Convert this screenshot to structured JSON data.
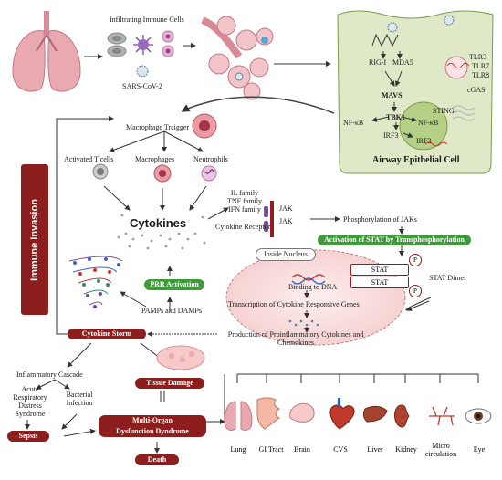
{
  "colors": {
    "dark_red": "#8d1e1e",
    "green": "#3f9a3a",
    "cell_green": "#dfe9c7",
    "lung_pink": "#e9a9b0",
    "nucleus_pink": "#fbe3e3",
    "line": "#444444"
  },
  "top": {
    "infiltrating": "Infiltrating Immune Cells",
    "virus": "SARS-CoV-2"
  },
  "epithelial": {
    "rigi": "RIG-I",
    "mda5": "MDA5",
    "tlr3": "TLR3",
    "tlr7": "TLR7",
    "tlr8": "TLR8",
    "cgas": "cGAS",
    "mavs": "MAVS",
    "sting": "STING",
    "tbk1": "TBK1",
    "nfkb_left": "NF-κB",
    "nfkb_right": "NF-κB",
    "irf3_left": "IRF3",
    "irf3_right": "IRF3",
    "title": "Airway Epithelial Cell"
  },
  "macrophage": {
    "trigger": "Macrophage Traigger",
    "activated_t": "Activated T cells",
    "macrophages": "Macrophages",
    "neutrophils": "Neutrophils"
  },
  "immune_invasion": "Immune Invasion",
  "cytokines": {
    "label": "Cytokines",
    "families": "IL family\nTNF family\nIFN family",
    "receptor": "Cytokine Receptor",
    "jak1": "JAK",
    "jak2": "JAK",
    "phosphorylation": "Phosphorylation of JAKs",
    "activation_stat": "Activation of STAT by Transphosphorylation",
    "stat1": "STAT",
    "stat2": "STAT",
    "p1": "P",
    "p2": "P",
    "stat_dimer": "STAT Dimer"
  },
  "nucleus": {
    "inside": "Inside Nucleus",
    "binding": "Binding to DNA",
    "transcription": "Transcription of Cytokine Responsive Genes"
  },
  "prr": {
    "activation": "PRR Activation",
    "pamps": "PAMPs and DAMPs"
  },
  "storm": {
    "label": "Cytokine Storm",
    "production": "Production of Proinflammatory Cytokines and Chemokines"
  },
  "bottom": {
    "cascade": "Inflammatory Cascade",
    "ards": "Acute\nRespiratory\nDistress\nSyndrome",
    "bacterial": "Bacterial\nInfection",
    "sepsis": "Sepsis",
    "tissue_damage": "Tissue Damage",
    "multi_organ": "Multi-Organ\nDysfunction Dyndrome",
    "death": "Death"
  },
  "organs": [
    "Lung",
    "GI Tract",
    "Brain",
    "CVS",
    "Liver",
    "Kidney",
    "Micro\ncirculation",
    "Eye"
  ]
}
